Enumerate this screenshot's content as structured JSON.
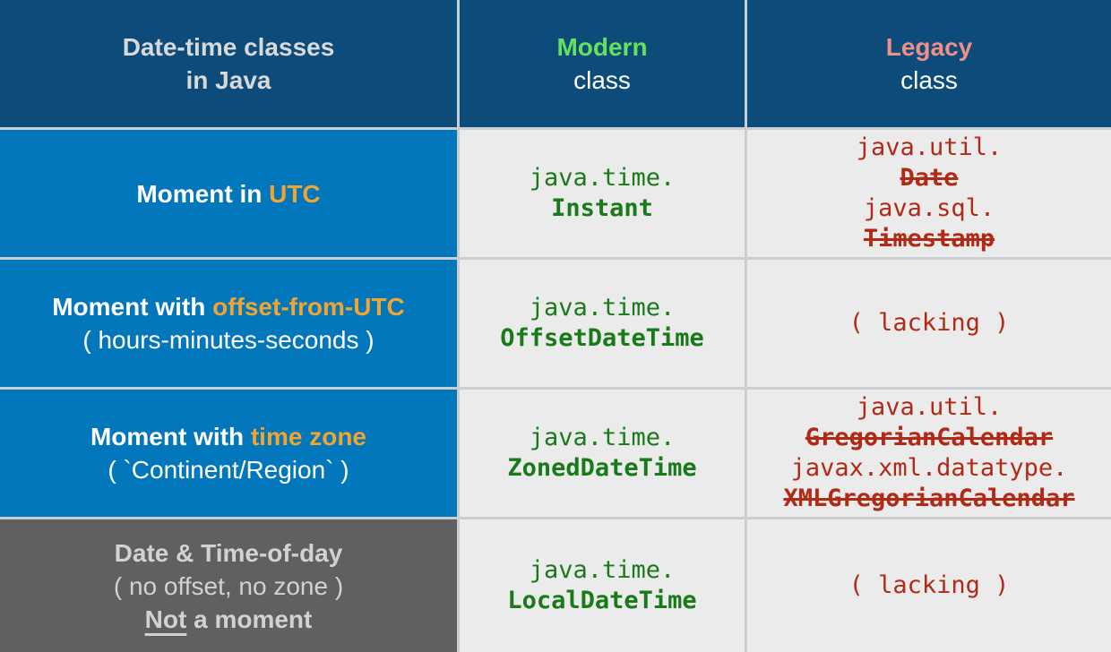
{
  "title": "Date-time classes in Java",
  "colors": {
    "header_bg": "#0d4c7a",
    "row_bg_blue": "#0277bc",
    "row_bg_gray": "#606060",
    "cell_bg": "#ebebeb",
    "grid_line": "#c9ced3",
    "accent_orange": "#f0a432",
    "modern_green": "#63e25c",
    "legacy_salmon": "#f08f88",
    "code_green": "#187a18",
    "code_red": "#b12a16",
    "header_text": "#d9d9d9",
    "gray_row_text": "#d2d2d2"
  },
  "header": {
    "label_line1": "Date-time classes",
    "label_line2": "in Java",
    "modern_highlight": "Modern",
    "modern_sub": "class",
    "legacy_highlight": "Legacy",
    "legacy_sub": "class"
  },
  "rows": [
    {
      "label": {
        "prefix": "Moment in ",
        "highlight": "UTC"
      },
      "modern": {
        "package": "java.time.",
        "class_name": "Instant"
      },
      "legacy": {
        "entries": [
          {
            "package": "java.util.",
            "class_name": "Date"
          },
          {
            "package": "java.sql.",
            "class_name": "Timestamp"
          }
        ]
      }
    },
    {
      "label": {
        "prefix": "Moment with ",
        "highlight": "offset-from-UTC",
        "sub": "( hours-minutes-seconds )"
      },
      "modern": {
        "package": "java.time.",
        "class_name": "OffsetDateTime"
      },
      "legacy": {
        "lacking": "( lacking )"
      }
    },
    {
      "label": {
        "prefix": "Moment with ",
        "highlight": "time zone",
        "sub": "( `Continent/Region` )"
      },
      "modern": {
        "package": "java.time.",
        "class_name": "ZonedDateTime"
      },
      "legacy": {
        "entries": [
          {
            "package": "java.util.",
            "class_name": "GregorianCalendar"
          },
          {
            "package": "javax.xml.datatype.",
            "class_name": "XMLGregorianCalendar"
          }
        ]
      }
    },
    {
      "label": {
        "line1": "Date & Time-of-day",
        "line2": "( no offset, no zone )",
        "line3_underlined": "Not",
        "line3_rest": " a moment"
      },
      "modern": {
        "package": "java.time.",
        "class_name": "LocalDateTime"
      },
      "legacy": {
        "lacking": "( lacking )"
      }
    }
  ]
}
